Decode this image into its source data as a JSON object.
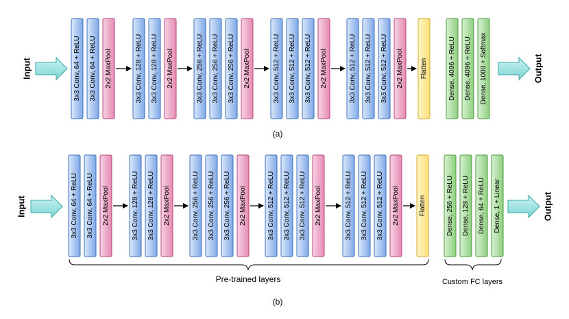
{
  "diagram_a": {
    "input_label": "Input",
    "output_label": "Output",
    "caption": "(a)",
    "blocks": [
      {
        "label": "3x3 Conv, 64 + ReLU",
        "kind": "conv"
      },
      {
        "label": "3x3 Conv, 64 + ReLU",
        "kind": "conv"
      },
      {
        "label": "2x2 MaxPool",
        "kind": "pool"
      },
      {
        "label": "3x3 Conv, 128 + ReLU",
        "kind": "conv"
      },
      {
        "label": "3x3 Conv, 128 + ReLU",
        "kind": "conv"
      },
      {
        "label": "2x2 MaxPool",
        "kind": "pool"
      },
      {
        "label": "3x3 Conv, 256 + ReLU",
        "kind": "conv"
      },
      {
        "label": "3x3 Conv, 256 + ReLU",
        "kind": "conv"
      },
      {
        "label": "3x3 Conv, 256 + ReLU",
        "kind": "conv"
      },
      {
        "label": "2x2 MaxPool",
        "kind": "pool"
      },
      {
        "label": "3x3 Conv, 512 + ReLU",
        "kind": "conv"
      },
      {
        "label": "3x3 Conv, 512 + ReLU",
        "kind": "conv"
      },
      {
        "label": "3x3 Conv, 512 + ReLU",
        "kind": "conv"
      },
      {
        "label": "2x2 MaxPool",
        "kind": "pool"
      },
      {
        "label": "3x3 Conv, 512 + ReLU",
        "kind": "conv"
      },
      {
        "label": "3x3 Conv, 512 + ReLU",
        "kind": "conv"
      },
      {
        "label": "3x3 Conv, 512 + ReLU",
        "kind": "conv"
      },
      {
        "label": "2x2 MaxPool",
        "kind": "pool"
      },
      {
        "label": "Flatten",
        "kind": "flatten"
      },
      {
        "label": "Dense, 4096 + ReLU",
        "kind": "dense"
      },
      {
        "label": "Dense, 4096 + ReLU",
        "kind": "dense"
      },
      {
        "label": "Dense, 1000 + Softmax",
        "kind": "dense"
      }
    ]
  },
  "diagram_b": {
    "input_label": "Input",
    "output_label": "Output",
    "caption": "(b)",
    "pretrained_label": "Pre-trained layers",
    "custom_label": "Custom FC layers",
    "blocks": [
      {
        "label": "3x3 Conv, 64 + ReLU",
        "kind": "conv"
      },
      {
        "label": "3x3 Conv, 64 + ReLU",
        "kind": "conv"
      },
      {
        "label": "2x2 MaxPool",
        "kind": "pool"
      },
      {
        "label": "3x3 Conv, 128 + ReLU",
        "kind": "conv"
      },
      {
        "label": "3x3 Conv, 128 + ReLU",
        "kind": "conv"
      },
      {
        "label": "2x2 MaxPool",
        "kind": "pool"
      },
      {
        "label": "3x3 Conv, 256 + ReLU",
        "kind": "conv"
      },
      {
        "label": "3x3 Conv, 256 + ReLU",
        "kind": "conv"
      },
      {
        "label": "3x3 Conv, 256 + ReLU",
        "kind": "conv"
      },
      {
        "label": "2x2 MaxPool",
        "kind": "pool"
      },
      {
        "label": "3x3 Conv, 512 + ReLU",
        "kind": "conv"
      },
      {
        "label": "3x3 Conv, 512 + ReLU",
        "kind": "conv"
      },
      {
        "label": "3x3 Conv, 512 + ReLU",
        "kind": "conv"
      },
      {
        "label": "2x2 MaxPool",
        "kind": "pool"
      },
      {
        "label": "3x3 Conv, 512 + ReLU",
        "kind": "conv"
      },
      {
        "label": "3x3 Conv, 512 + ReLU",
        "kind": "conv"
      },
      {
        "label": "3x3 Conv, 512 + ReLU",
        "kind": "conv"
      },
      {
        "label": "2x2 MaxPool",
        "kind": "pool"
      },
      {
        "label": "Flatten",
        "kind": "flatten"
      },
      {
        "label": "Dense, 256 + ReLU",
        "kind": "dense"
      },
      {
        "label": "Dense, 128 + ReLU",
        "kind": "dense"
      },
      {
        "label": "Dense, 64 + ReLU",
        "kind": "dense"
      },
      {
        "label": "Dense, 1 + Linear",
        "kind": "dense"
      }
    ]
  },
  "colors": {
    "conv": "#7ea8e6",
    "pool": "#e48ab2",
    "flatten": "#fddf7a",
    "dense": "#8ccf7e",
    "io_arrow": "#7fd6d6"
  }
}
